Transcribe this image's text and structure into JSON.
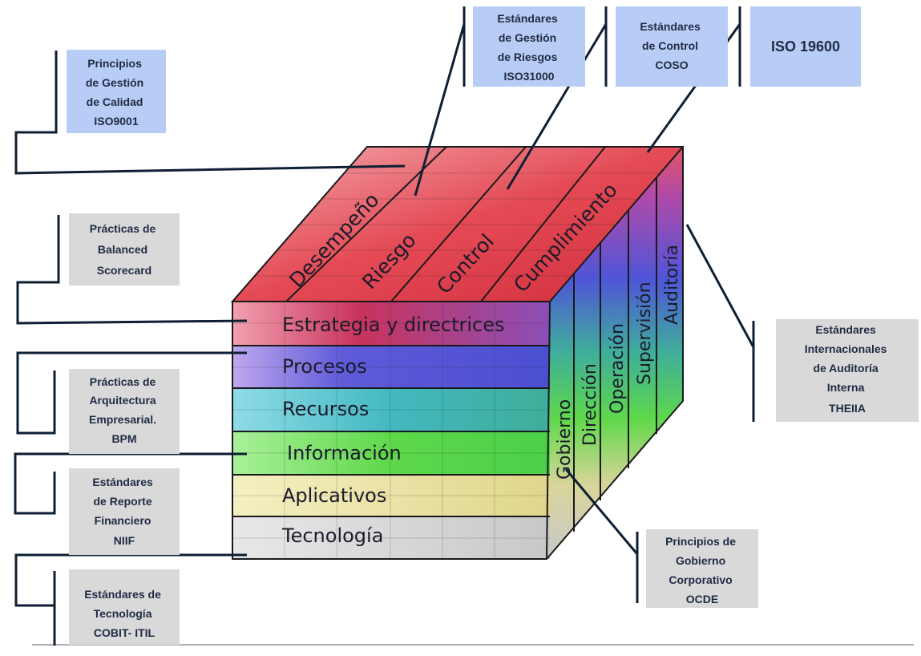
{
  "colors": {
    "blue_box": "#b8cdf5",
    "gray_box": "#d9d9d9",
    "connector": "#0f1f33",
    "red_top": "#e04b55",
    "strategy": "#c8345c",
    "processes": "#5f5ad8",
    "resources": "#42b8c0",
    "information": "#5ed84a",
    "applications": "#e8e09a",
    "technology": "#d0d0d0"
  },
  "standards": {
    "iso9001": [
      "Principios",
      "de Gestión",
      "de Calidad",
      "ISO9001"
    ],
    "iso31000": [
      "Estándares",
      "de Gestión",
      "de Riesgos",
      "ISO31000"
    ],
    "coso": [
      "Estándares",
      "de Control",
      "COSO"
    ],
    "iso19600": [
      "ISO 19600"
    ],
    "balanced": [
      "Prácticas de",
      "Balanced",
      "Scorecard"
    ],
    "bpm": [
      "Prácticas de",
      "Arquitectura",
      "Empresarial.",
      "BPM"
    ],
    "niif": [
      "Estándares",
      "de Reporte",
      "Financiero",
      "NIIF"
    ],
    "cobit": [
      "Estándares de",
      "Tecnología",
      "COBIT- ITIL"
    ],
    "theiia": [
      "Estándares",
      "Internacionales",
      "de Auditoría",
      "Interna",
      "THEIIA"
    ],
    "ocde": [
      "Principios de",
      "Gobierno",
      "Corporativo",
      "OCDE"
    ]
  },
  "cube": {
    "top_labels": [
      "Desempeño",
      "Riesgo",
      "Control",
      "Cumplimiento"
    ],
    "layers": [
      "Estrategia y directrices",
      "Procesos",
      "Recursos",
      "Información",
      "Aplicativos",
      "Tecnología"
    ],
    "side_labels": [
      "Gobierno",
      "Dirección",
      "Operación",
      "Supervisión",
      "Auditoría"
    ]
  }
}
